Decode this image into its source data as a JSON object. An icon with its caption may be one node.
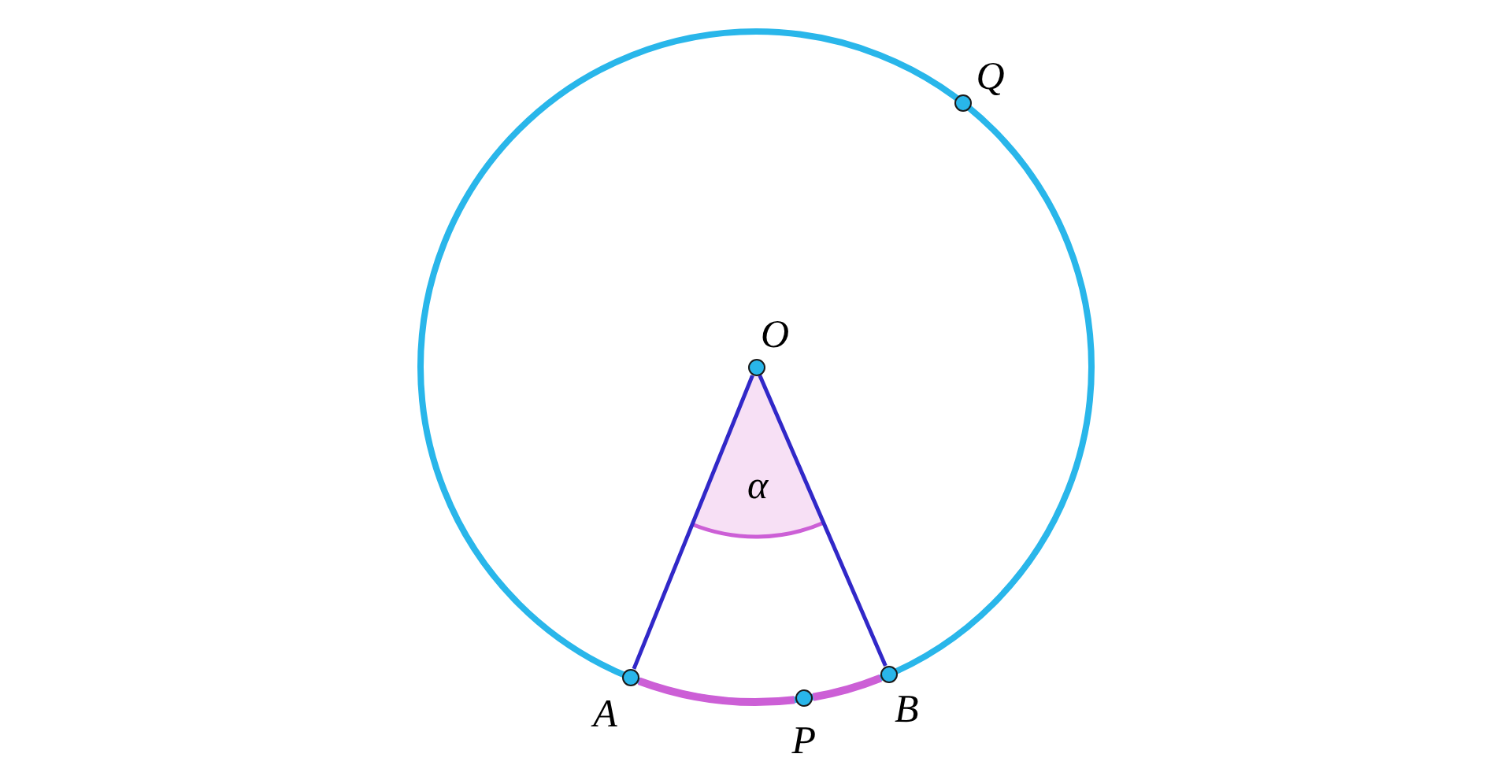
{
  "diagram": {
    "nodes": [
      {
        "text": [],
        "shape": "circle",
        "beside": [
          "O"
        ]
      },
      {
        "text": [],
        "shape": "circle",
        "beside": [
          "Q"
        ]
      },
      {
        "text": [],
        "shape": "circle",
        "beside": [
          "A"
        ]
      },
      {
        "text": [],
        "shape": "circle",
        "beside": [
          "P"
        ]
      },
      {
        "text": [],
        "shape": "circle",
        "beside": [
          "B"
        ]
      }
    ],
    "edges": [
      {
        "from": 0,
        "to": 2,
        "arrow": "none",
        "color": "#3128c8"
      },
      {
        "from": 0,
        "to": 4,
        "arrow": "none",
        "color": "#3128c8"
      },
      {
        "from": 2,
        "to": 3,
        "arrow": "none",
        "style": "thick",
        "color": "#cc5fd6"
      },
      {
        "from": 3,
        "to": 4,
        "arrow": "none",
        "style": "thick",
        "color": "#cc5fd6"
      }
    ],
    "labels": [
      "α"
    ]
  }
}
